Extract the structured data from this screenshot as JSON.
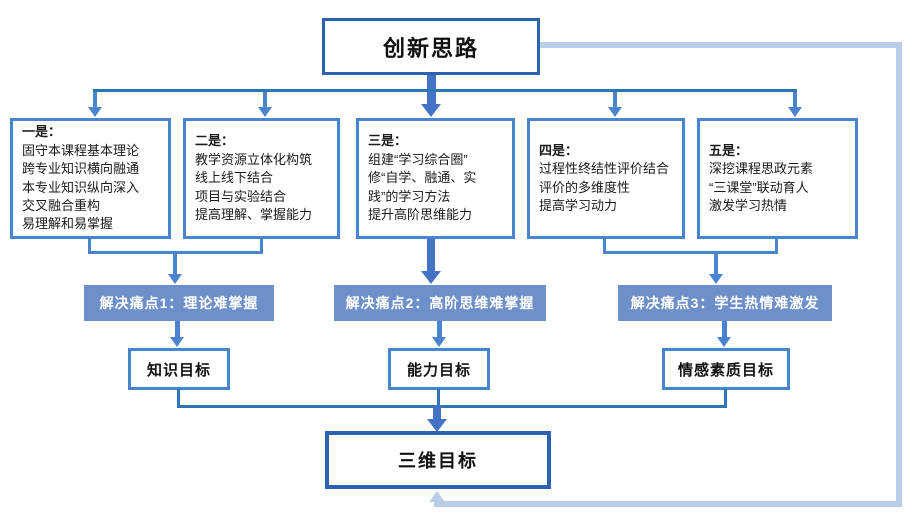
{
  "colors": {
    "box-border-light": "#4a84ce",
    "box-border-dark": "#2e62b0",
    "connector-dark": "#2e75b6",
    "arrow-medium": "#4a84ce",
    "arrow-thick": "#4472c4",
    "bar-fill": "#6d90ca",
    "feedback-light": "#b9cde9"
  },
  "top_box": {
    "label": "创新思路"
  },
  "stage_boxes": [
    {
      "title": "一是：",
      "lines": [
        "固守本课程基本理论",
        "跨专业知识横向融通",
        "本专业知识纵向深入",
        "交叉融合重构",
        "易理解和易掌握"
      ]
    },
    {
      "title": "二是：",
      "lines": [
        "教学资源立体化构筑",
        "线上线下结合",
        "项目与实验结合",
        "提高理解、掌握能力"
      ]
    },
    {
      "title": "三是：",
      "lines": [
        "组建“学习综合圈”",
        "修“自学、融通、实践”的学习方法",
        "提升高阶思维能力"
      ]
    },
    {
      "title": "四是：",
      "lines": [
        "过程性终结性评价结合",
        "评价的多维度性",
        "提高学习动力"
      ]
    },
    {
      "title": "五是：",
      "lines": [
        "深挖课程思政元素",
        "“三课堂”联动育人",
        "激发学习热情"
      ]
    }
  ],
  "pain_points": [
    {
      "label": "解决痛点1：理论难掌握"
    },
    {
      "label": "解决痛点2：高阶思维难掌握"
    },
    {
      "label": "解决痛点3：学生热情难激发"
    }
  ],
  "goals": [
    {
      "label": "知识目标"
    },
    {
      "label": "能力目标"
    },
    {
      "label": "情感素质目标"
    }
  ],
  "bottom_box": {
    "label": "三维目标"
  }
}
